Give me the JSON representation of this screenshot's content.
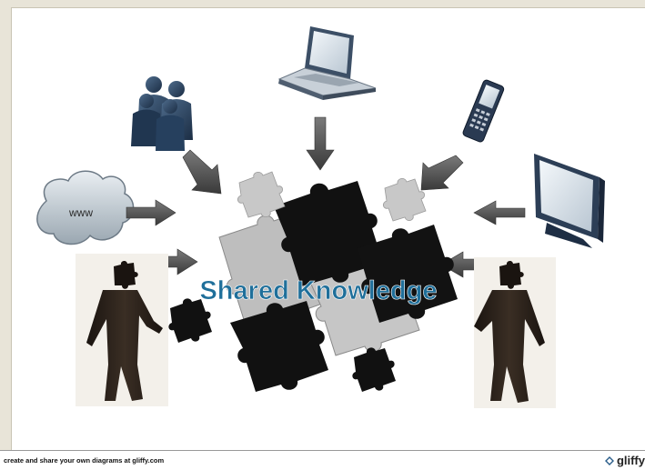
{
  "diagram": {
    "center_label": "Shared Knowledge",
    "cloud_label": "www",
    "colors": {
      "label": "#1f6f9a",
      "arrow": "#555555",
      "piece_dark": "#111111",
      "piece_light": "#bdbdbd"
    },
    "icons": [
      "users-icon",
      "laptop-icon",
      "mobile-phone-icon",
      "monitor-icon",
      "cloud-icon",
      "person-icon"
    ]
  },
  "footer": {
    "text": "create and share your own diagrams at gliffy.com",
    "brand": "gliffy"
  }
}
